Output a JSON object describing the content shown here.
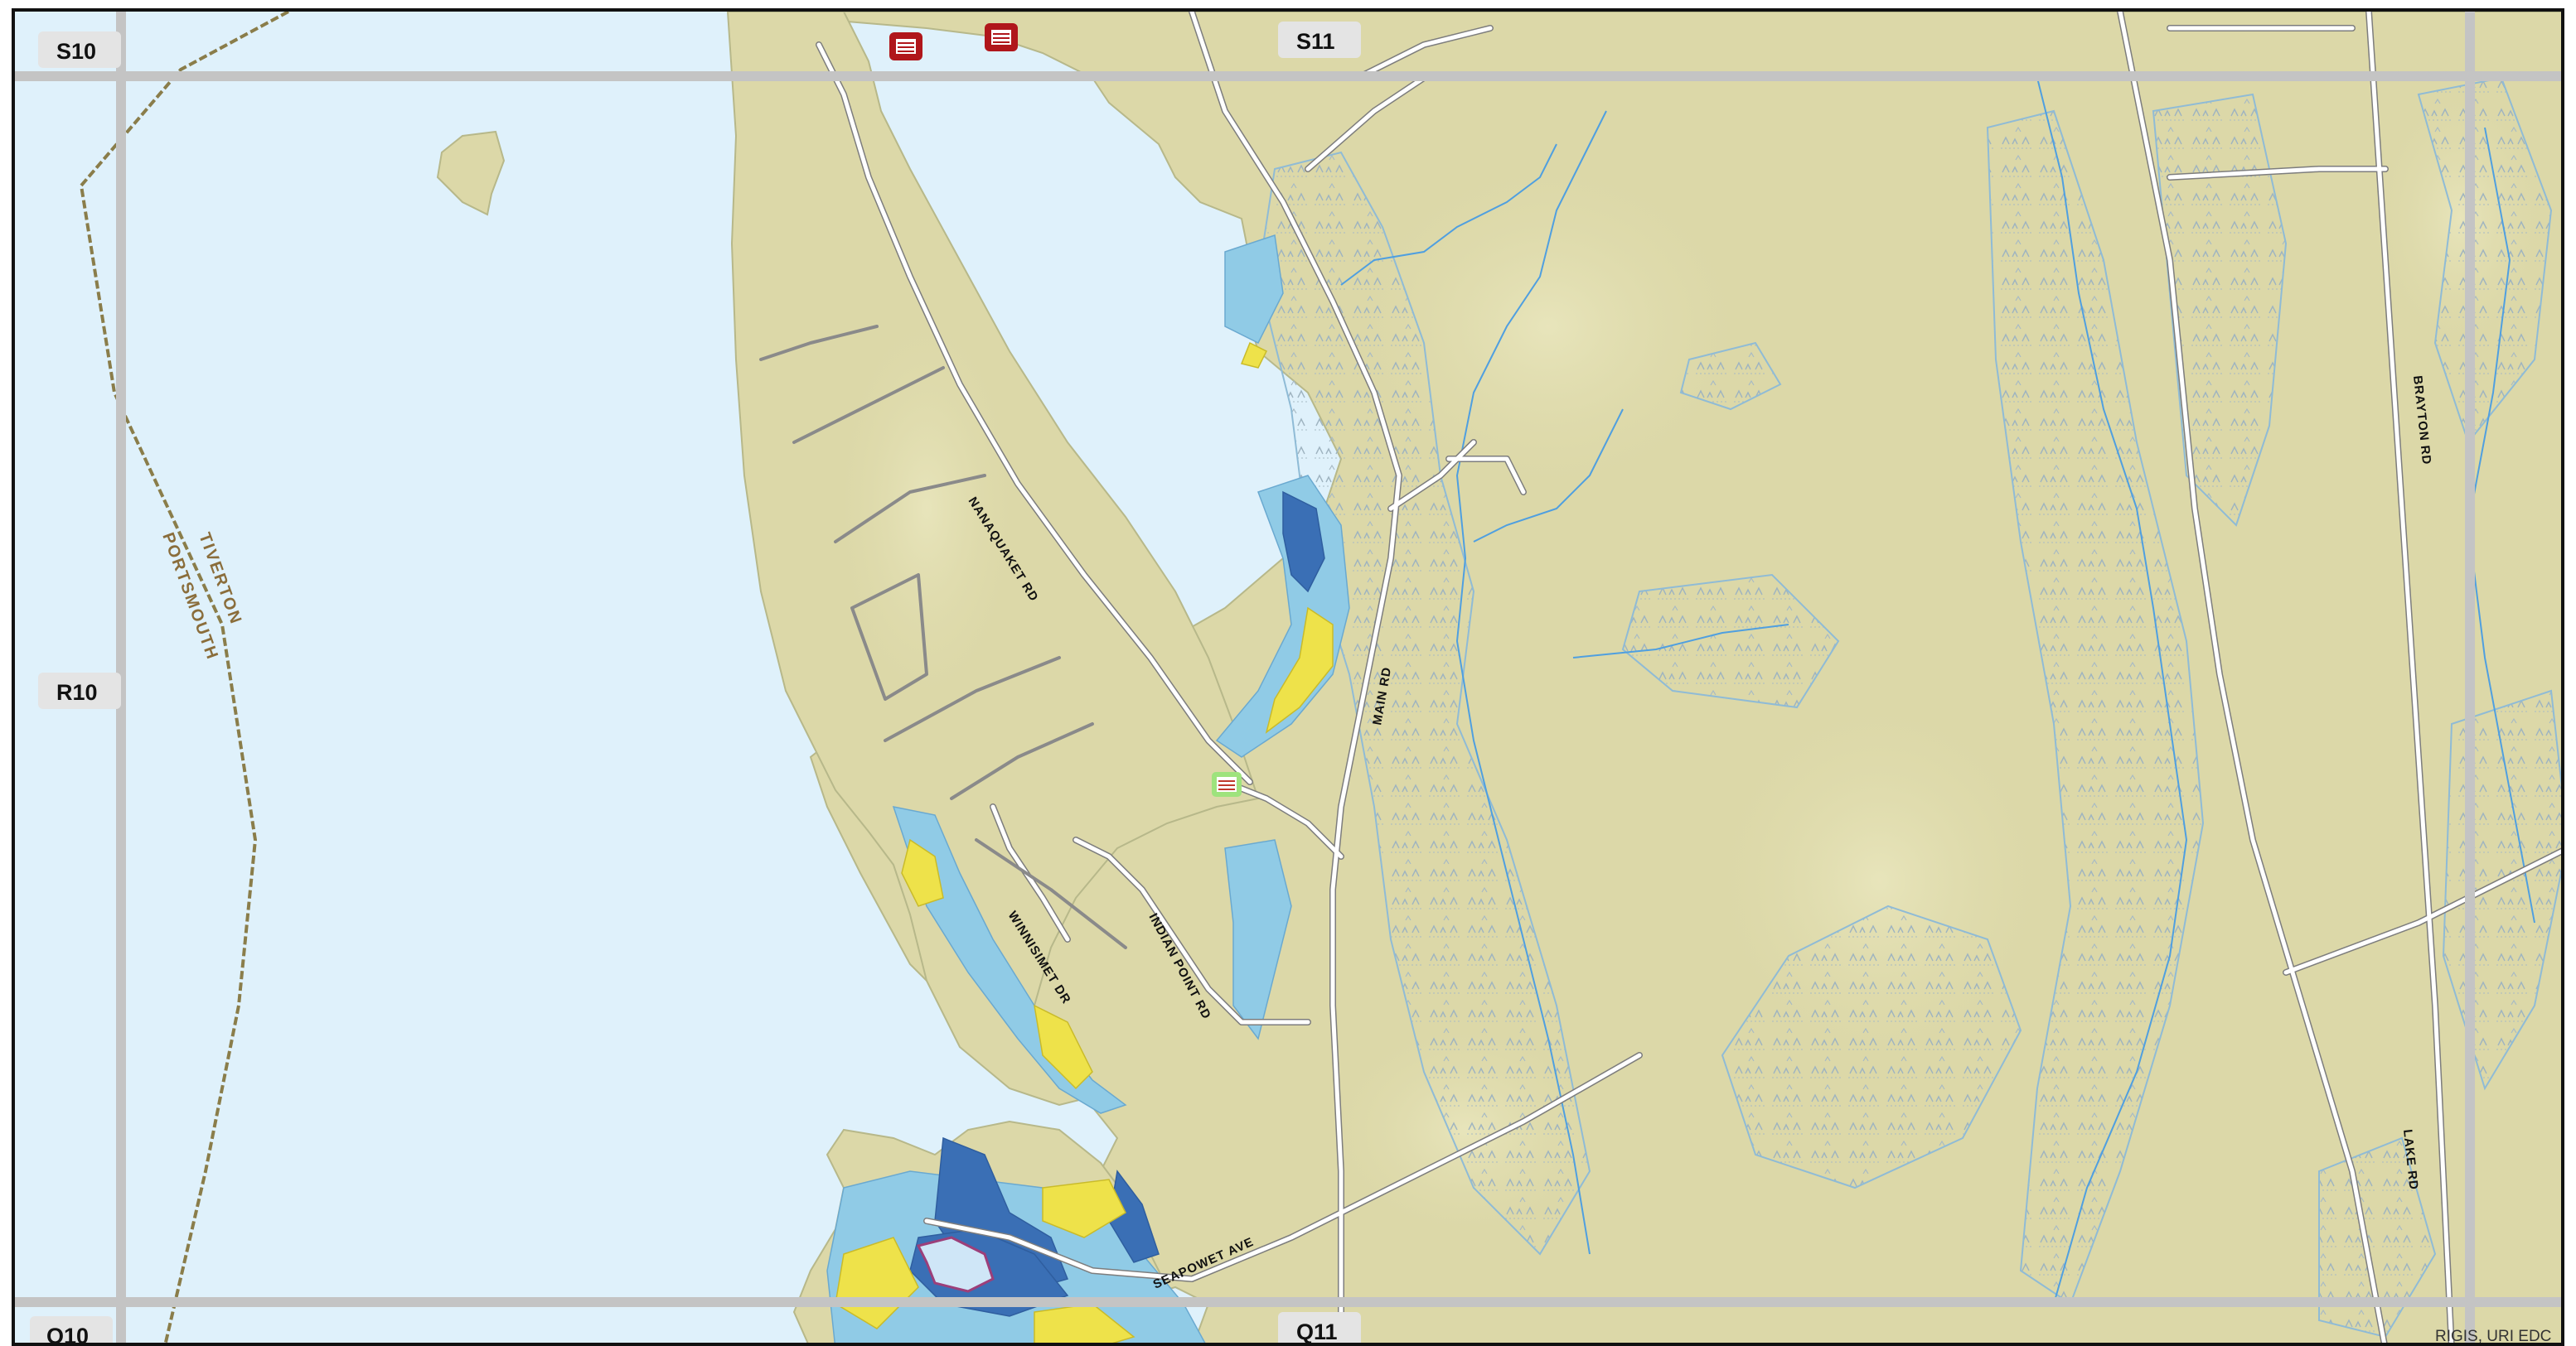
{
  "grid_labels": {
    "s10": "S10",
    "s11": "S11",
    "r10": "R10",
    "q10": "Q10",
    "q11": "Q11"
  },
  "roads": {
    "nanaquaket": "NANAQUAKET RD",
    "main": "MAIN RD",
    "winnisimet": "WINNISIMET DR",
    "indian_point": "INDIAN POINT RD",
    "seapowet": "SEAPOWET AVE",
    "brayton": "BRAYTON RD",
    "lake": "LAKE RD"
  },
  "towns": {
    "tiverton": "TIVERTON",
    "portsmouth": "PORTSMOUTH"
  },
  "credit": "RIGIS, URI EDC",
  "colors": {
    "water": "#dff1fb",
    "land": "#dcd8a8",
    "grid": "#c4c4c4",
    "road": "#9a9a9a",
    "stream": "#4f9fe0",
    "deep_water": "#3a6fb5",
    "shallow_water": "#90cbe6",
    "marsh_yellow": "#eee24a",
    "flood_marker": "#b0161b"
  },
  "icons": [
    "flood-marker-icon",
    "tide-gauge-icon"
  ]
}
